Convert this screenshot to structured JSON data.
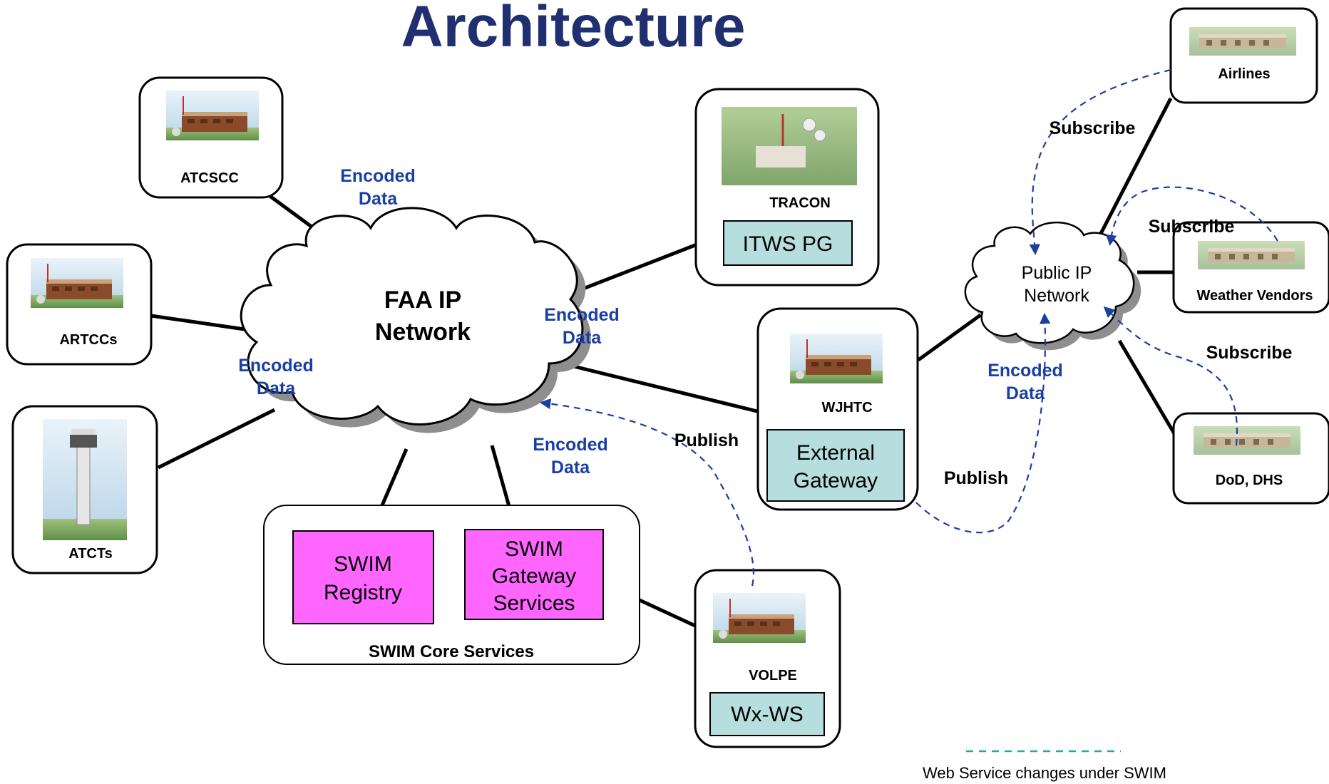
{
  "title": "Architecture",
  "nodes": {
    "atcscc": "ATCSCC",
    "artccs": "ARTCCs",
    "atcts": "ATCTs",
    "tracon": "TRACON",
    "itws_pg": "ITWS PG",
    "wjhtc": "WJHTC",
    "external_gateway": [
      "External",
      "Gateway"
    ],
    "volpe": "VOLPE",
    "wx_ws": "Wx-WS",
    "swim_registry": [
      "SWIM",
      "Registry"
    ],
    "swim_gateway": [
      "SWIM",
      "Gateway",
      "Services"
    ],
    "swim_core": "SWIM Core Services",
    "airlines": "Airlines",
    "weather_vendors": "Weather Vendors",
    "dod_dhs": "DoD, DHS"
  },
  "clouds": {
    "faa": [
      "FAA IP",
      "Network"
    ],
    "public": [
      "Public IP",
      "Network"
    ]
  },
  "labels": {
    "encoded_1": [
      "Encoded",
      "Data"
    ],
    "encoded_2": [
      "Encoded",
      "Data"
    ],
    "encoded_3": [
      "Encoded",
      "Data"
    ],
    "encoded_4": [
      "Encoded",
      "Data"
    ],
    "encoded_5": [
      "Encoded",
      "Data"
    ],
    "publish_1": "Publish",
    "publish_2": "Publish",
    "subscribe_1": "Subscribe",
    "subscribe_2": "Subscribe",
    "subscribe_3": "Subscribe"
  },
  "legend": {
    "text": "Web Service changes under SWIM",
    "color": "#2aa6a6"
  },
  "colors": {
    "title": "#1f2f6f",
    "encoded": "#1a3fa3",
    "swim_box": "#ff66ff",
    "gateway_box": "#b7dede",
    "flow_arrow": "#1b3fa0"
  }
}
